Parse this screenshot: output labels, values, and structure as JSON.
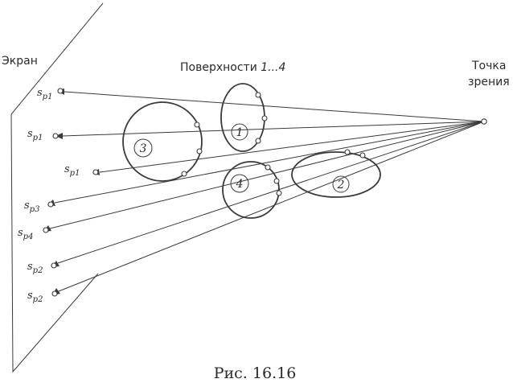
{
  "labels": {
    "screen": "Экран",
    "surfaces_prefix": "Поверхности ",
    "surfaces_range": "1...4",
    "viewpoint_line1": "Точка",
    "viewpoint_line2": "зрения"
  },
  "surface_numbers": [
    "1",
    "2",
    "3",
    "4"
  ],
  "projection_points": [
    {
      "main": "s",
      "sub": "p1"
    },
    {
      "main": "s",
      "sub": "p1"
    },
    {
      "main": "s",
      "sub": "p1"
    },
    {
      "main": "s",
      "sub": "p3"
    },
    {
      "main": "s",
      "sub": "p4"
    },
    {
      "main": "s",
      "sub": "p2"
    },
    {
      "main": "s",
      "sub": "p2"
    }
  ],
  "caption": "Рис. 16.16"
}
